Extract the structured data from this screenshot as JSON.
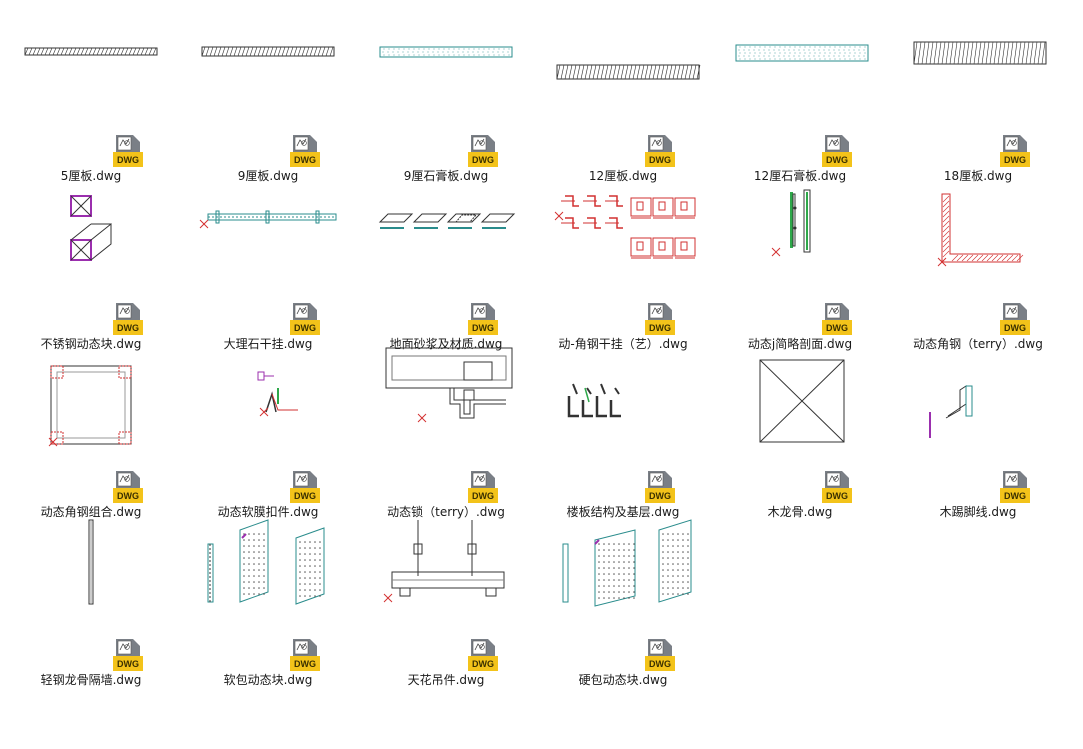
{
  "badge_text": "DWG",
  "colors": {
    "teal": "#2a8c8c",
    "dark": "#333333",
    "red": "#d23030",
    "magenta": "#9b2fae",
    "green": "#2ea84a",
    "badge_gray": "#7a7f86",
    "badge_yellow": "#f3c31a"
  },
  "files": [
    {
      "name": "5厘板.dwg",
      "icon": "thin-hatched-board"
    },
    {
      "name": "9厘板.dwg",
      "icon": "hatched-board"
    },
    {
      "name": "9厘石膏板.dwg",
      "icon": "dotted-gypsum-board"
    },
    {
      "name": "12厘板.dwg",
      "icon": "hatched-board"
    },
    {
      "name": "12厘石膏板.dwg",
      "icon": "dotted-gypsum-board"
    },
    {
      "name": "18厘板.dwg",
      "icon": "hatched-board"
    },
    {
      "name": "不锈钢动态块.dwg",
      "icon": "stainless-steel-block"
    },
    {
      "name": "大理石干挂.dwg",
      "icon": "marble-dry-hanging"
    },
    {
      "name": "地面砂浆及材质.dwg",
      "icon": "floor-mortar-tiles"
    },
    {
      "name": "动-角钢干挂（艺）.dwg",
      "icon": "angle-steel-hanger"
    },
    {
      "name": "动态j简略剖面.dwg",
      "icon": "j-section"
    },
    {
      "name": "动态角钢（terry）.dwg",
      "icon": "angle-steel"
    },
    {
      "name": "动态角钢组合.dwg",
      "icon": "angle-steel-combo"
    },
    {
      "name": "动态软膜扣件.dwg",
      "icon": "soft-film-clip"
    },
    {
      "name": "动态锁（terry）.dwg",
      "icon": "dynamic-lock"
    },
    {
      "name": "楼板结构及基层.dwg",
      "icon": "floor-slab-structure"
    },
    {
      "name": "木龙骨.dwg",
      "icon": "wood-keel"
    },
    {
      "name": "木踢脚线.dwg",
      "icon": "wood-skirting"
    },
    {
      "name": "轻钢龙骨隔墙.dwg",
      "icon": "light-steel-partition"
    },
    {
      "name": "软包动态块.dwg",
      "icon": "soft-pack-panels"
    },
    {
      "name": "天花吊件.dwg",
      "icon": "ceiling-hanger"
    },
    {
      "name": "硬包动态块.dwg",
      "icon": "hard-pack-panels"
    }
  ]
}
